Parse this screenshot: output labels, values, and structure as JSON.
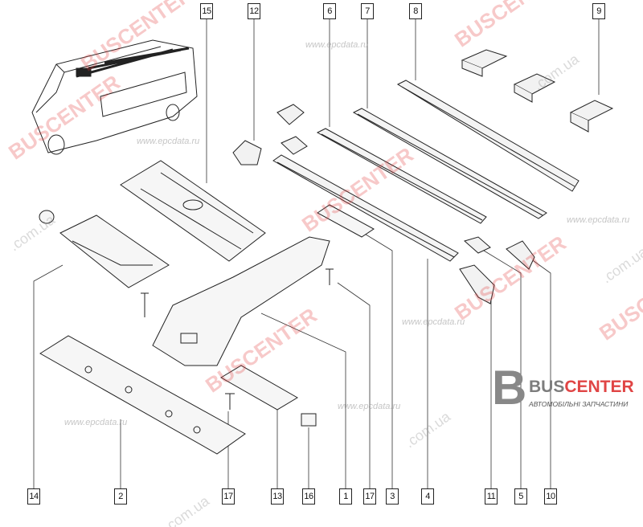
{
  "diagram": {
    "callouts_top": [
      {
        "id": "15"
      },
      {
        "id": "12"
      },
      {
        "id": "6"
      },
      {
        "id": "7"
      },
      {
        "id": "8"
      },
      {
        "id": "9"
      }
    ],
    "callouts_bottom": [
      {
        "id": "14"
      },
      {
        "id": "2"
      },
      {
        "id": "17"
      },
      {
        "id": "13"
      },
      {
        "id": "16"
      },
      {
        "id": "1"
      },
      {
        "id": "17"
      },
      {
        "id": "3"
      },
      {
        "id": "4"
      },
      {
        "id": "11"
      },
      {
        "id": "5"
      },
      {
        "id": "10"
      }
    ]
  },
  "watermarks": {
    "brand": "BUSCENTER",
    "site_ru": "www.epcdata.ru",
    "site_ua": ".com.ua"
  },
  "logo": {
    "letter": "B",
    "brand_part1": "BUS",
    "brand_part2": "CENTER",
    "tagline": "АВТОМОБІЛЬНІ ЗАПЧАСТИНИ"
  },
  "colors": {
    "line": "#222222",
    "watermark": "#e03c3c",
    "logo_grey": "#7d7d7d"
  }
}
